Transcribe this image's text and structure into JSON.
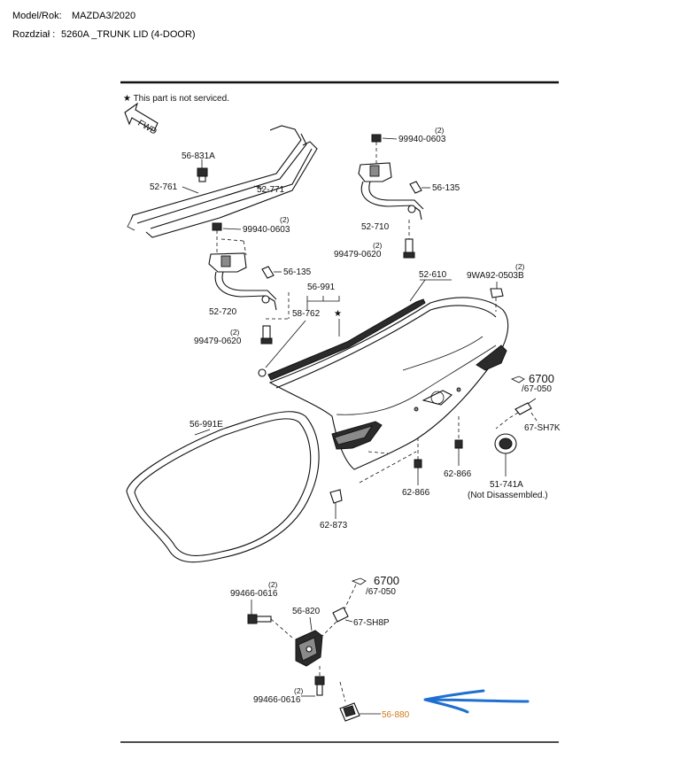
{
  "header": {
    "model_key": "Model/Rok:",
    "model_value": "MAZDA3/2020",
    "section_key": "Rozdział :",
    "section_value": "5260A _TRUNK LID (4-DOOR)"
  },
  "diagram": {
    "note": "★ This part is not serviced.",
    "fwd": "FWD",
    "labels": {
      "p56_831A": "56-831A",
      "p52_761": "52-761",
      "p52_771": "52-771",
      "q_a": "(2)",
      "p99940_0603_a": "99940-0603",
      "p56_135_a": "56-135",
      "p52_710": "52-710",
      "q_b": "(2)",
      "p99479_0620_a": "99479-0620",
      "q_c": "(2)",
      "p99940_0603_b": "99940-0603",
      "p56_135_b": "56-135",
      "p56_991": "56-991",
      "p58_762": "58-762",
      "star": "★",
      "p52_720": "52-720",
      "q_d": "(2)",
      "p99479_0620_b": "99479-0620",
      "p52_610": "52-610",
      "q_e": "(2)",
      "p9WA92_0503B": "9WA92-0503B",
      "ref_6700_a": "6700",
      "ref_67_050_a": "/67-050",
      "p67_SH7K": "67-SH7K",
      "p56_991E": "56-991E",
      "p62_866_a": "62-866",
      "p62_866_b": "62-866",
      "p51_741A": "51-741A",
      "not_disassembled": "(Not Disassembled.)",
      "p62_873": "62-873",
      "q_f": "(2)",
      "p99466_0616_a": "99466-0616",
      "ref_6700_b": "6700",
      "ref_67_050_b": "/67-050",
      "p56_820": "56-820",
      "p67_SH8P": "67-SH8P",
      "q_g": "(2)",
      "p99466_0616_b": "99466-0616",
      "p56_880": "56-880"
    },
    "colors": {
      "highlight_label": "#d07a1a",
      "arrow": "#1f6fd1"
    }
  }
}
